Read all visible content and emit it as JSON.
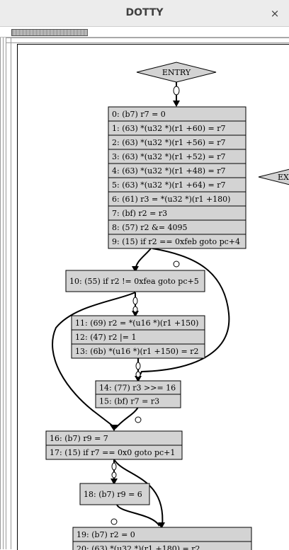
{
  "window": {
    "title": "DOTTY",
    "close_glyph": "×"
  },
  "graph": {
    "entry_label": "ENTRY",
    "exit_label_partial": "EX",
    "blocks": [
      {
        "id": "b0",
        "lines": [
          "0: (b7) r7 = 0",
          "1: (63) *(u32 *)(r1 +60) = r7",
          "2: (63) *(u32 *)(r1 +56) = r7",
          "3: (63) *(u32 *)(r1 +52) = r7",
          "4: (63) *(u32 *)(r1 +48) = r7",
          "5: (63) *(u32 *)(r1 +64) = r7",
          "6: (61) r3 = *(u32 *)(r1 +180)",
          "7: (bf) r2 = r3",
          "8: (57) r2 &= 4095",
          "9: (15) if r2 == 0xfeb goto pc+4"
        ]
      },
      {
        "id": "b10",
        "lines": [
          "10: (55) if r2 != 0xfea goto pc+5"
        ]
      },
      {
        "id": "b11",
        "lines": [
          "11: (69) r2 = *(u16 *)(r1 +150)",
          "12: (47) r2 |= 1",
          "13: (6b) *(u16 *)(r1 +150) = r2"
        ]
      },
      {
        "id": "b14",
        "lines": [
          "14: (77) r3 >>= 16",
          "15: (bf) r7 = r3"
        ]
      },
      {
        "id": "b16",
        "lines": [
          "16: (b7) r9 = 7",
          "17: (15) if r7 == 0x0 goto pc+1"
        ]
      },
      {
        "id": "b18",
        "lines": [
          "18: (b7) r9 = 6"
        ]
      },
      {
        "id": "b19",
        "lines": [
          "19: (b7) r2 = 0",
          "20: (63) *(u32 *)(r1 +180) = r2"
        ]
      }
    ]
  },
  "colors": {
    "node_fill": "#d3d3d3",
    "stroke": "#000000"
  }
}
